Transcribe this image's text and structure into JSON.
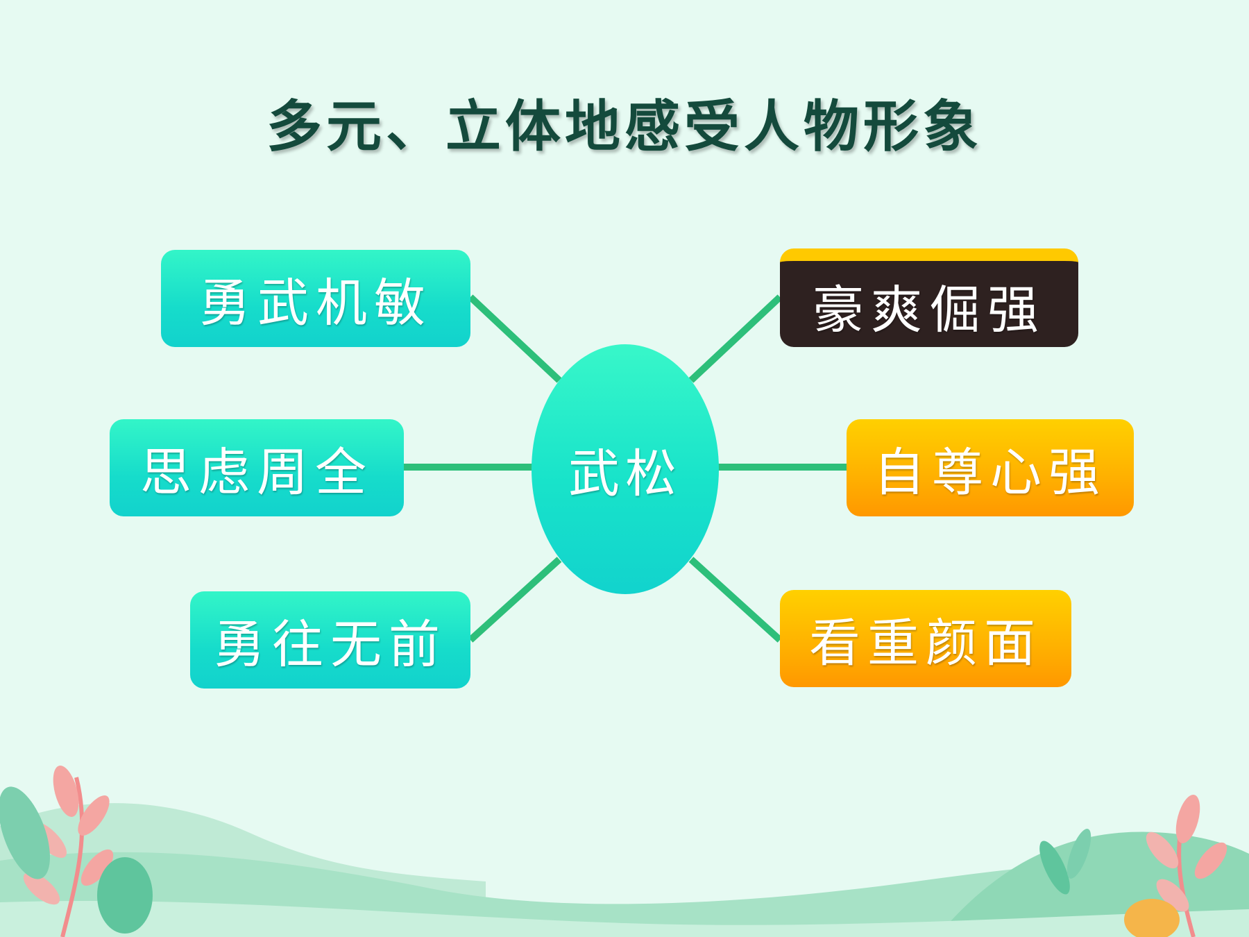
{
  "title": "多元、立体地感受人物形象",
  "center": {
    "label": "武松"
  },
  "left_nodes": [
    {
      "label": "勇武机敏"
    },
    {
      "label": "思虑周全"
    },
    {
      "label": "勇往无前"
    }
  ],
  "right_nodes": [
    {
      "label": "豪爽倔强"
    },
    {
      "label": "自尊心强"
    },
    {
      "label": "看重颜面"
    }
  ],
  "colors": {
    "background": "#e6faf2",
    "connector": "#2dbf7a",
    "teal_node": "#1ee0cb",
    "orange_node": "#ffb000",
    "dark_node": "#2e2120",
    "title": "#144a3c"
  },
  "icons": [
    "leaf-decoration-icon",
    "hill-decoration-icon"
  ]
}
